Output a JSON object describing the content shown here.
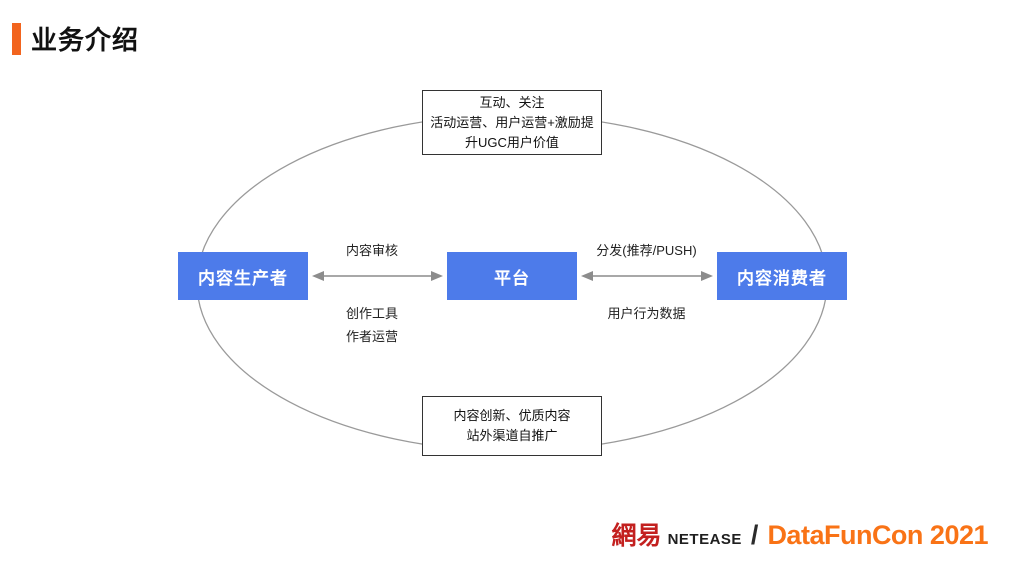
{
  "title": "业务介绍",
  "colors": {
    "accent_orange": "#F2641E",
    "box_blue": "#4D7BEA",
    "line_gray": "#8C8C8C",
    "netease_red": "#C3201F",
    "brand_orange": "#F97316"
  },
  "diagram": {
    "top_box": {
      "line1": "互动、关注",
      "line2": "活动运营、用户运营+激励提",
      "line3": "升UGC用户价值"
    },
    "producer": "内容生产者",
    "platform": "平台",
    "consumer": "内容消费者",
    "left_link": {
      "above": "内容审核",
      "below1": "创作工具",
      "below2": "作者运营"
    },
    "right_link": {
      "above": "分发(推荐/PUSH)",
      "below": "用户行为数据"
    },
    "bottom_box": {
      "line1": "内容创新、优质内容",
      "line2": "站外渠道自推广"
    }
  },
  "footer": {
    "netease_cn": "網易",
    "netease_en": "NETEASE",
    "slash": "/",
    "brand": "DataFunCon 2021"
  }
}
